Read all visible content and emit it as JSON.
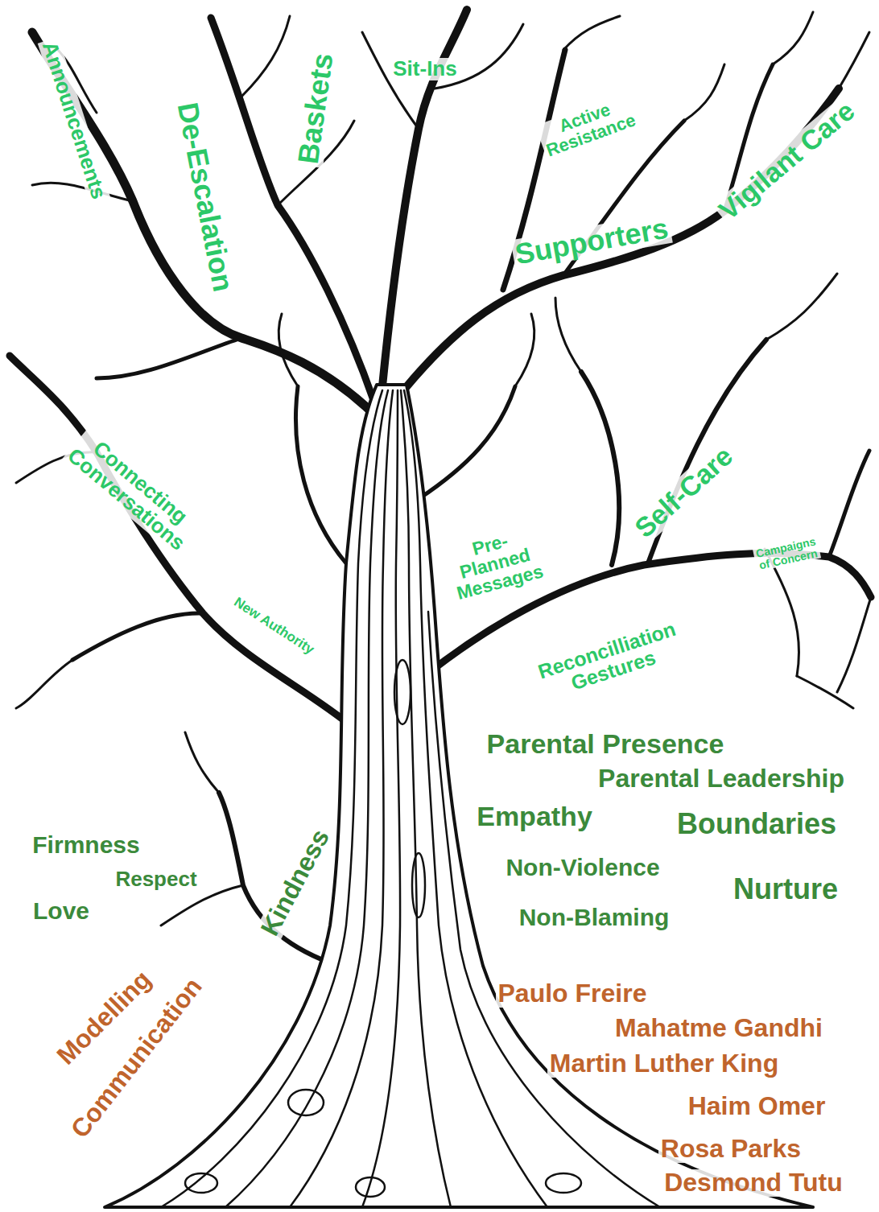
{
  "diagram": {
    "labels": [
      "Announcements",
      "De-Escalation",
      "Baskets",
      "Sit-Ins",
      "Active Resistance",
      "Vigilant Care",
      "Supporters",
      "Connecting Conversations",
      "Self-Care",
      "Pre-Planned Messages",
      "Campaigns of Concern",
      "New Authority",
      "Reconcilliation Gestures",
      "Parental Presence",
      "Parental Leadership",
      "Empathy",
      "Boundaries",
      "Firmness",
      "Non-Violence",
      "Respect",
      "Nurture",
      "Love",
      "Kindness",
      "Non-Blaming",
      "Modelling",
      "Communication",
      "Paulo Freire",
      "Mahatme Gandhi",
      "Martin Luther King",
      "Haim Omer",
      "Rosa Parks",
      "Desmond Tutu"
    ]
  }
}
